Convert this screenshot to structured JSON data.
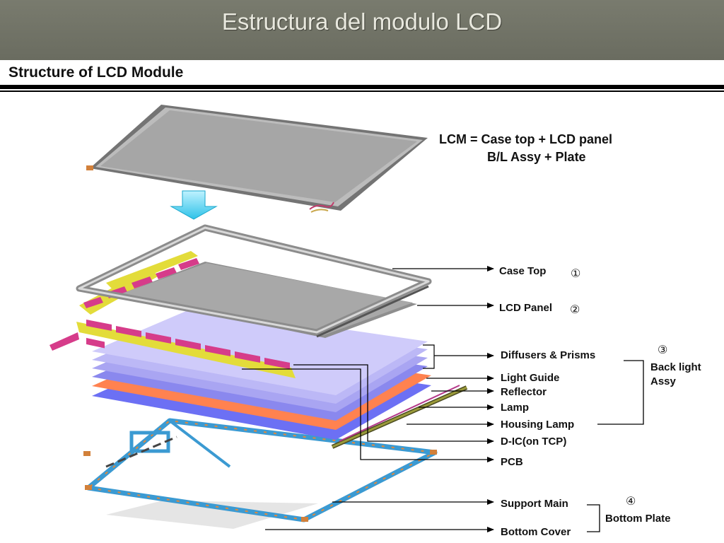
{
  "slide": {
    "title": "Estructura del modulo LCD",
    "subtitle": "Structure of LCD Module"
  },
  "formula": {
    "line1": "LCM = Case top + LCD panel",
    "line2": "B/L Assy + Plate"
  },
  "labels": {
    "case_top": "Case Top",
    "lcd_panel": "LCD Panel",
    "diffusers": "Diffusers & Prisms",
    "light_guide": "Light Guide",
    "reflector": "Reflector",
    "lamp": "Lamp",
    "housing_lamp": "Housing Lamp",
    "d_ic": "D-IC(on TCP)",
    "pcb": "PCB",
    "support_main": "Support Main",
    "bottom_cover": "Bottom Cover",
    "backlight_line1": "Back light",
    "backlight_line2": "Assy",
    "bottom_plate": "Bottom Plate"
  },
  "numbers": {
    "n1": "①",
    "n2": "②",
    "n3": "③",
    "n4": "④"
  },
  "colors": {
    "title_bar": "#717366",
    "arrow_cyan": "#55d0ee",
    "panel_gray": "#a9a9a9",
    "pcb_yellow": "#e6e03c",
    "tcp_pink": "#d83c8c",
    "diffuser_lavender": "#c6c2f6",
    "reflector_orange": "#f47c4c",
    "frame_blue": "#3f9fd4"
  }
}
